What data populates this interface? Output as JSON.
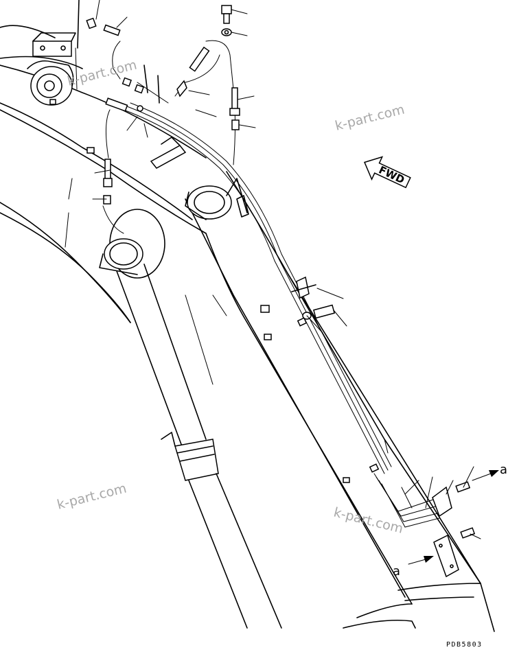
{
  "watermarks": [
    "k-part.com",
    "k-part.com",
    "k-part.com",
    "k-part.com"
  ],
  "direction_label": "FWD",
  "view_label_top": "a",
  "view_label_bottom": "a",
  "drawing_code": "PDB5803"
}
